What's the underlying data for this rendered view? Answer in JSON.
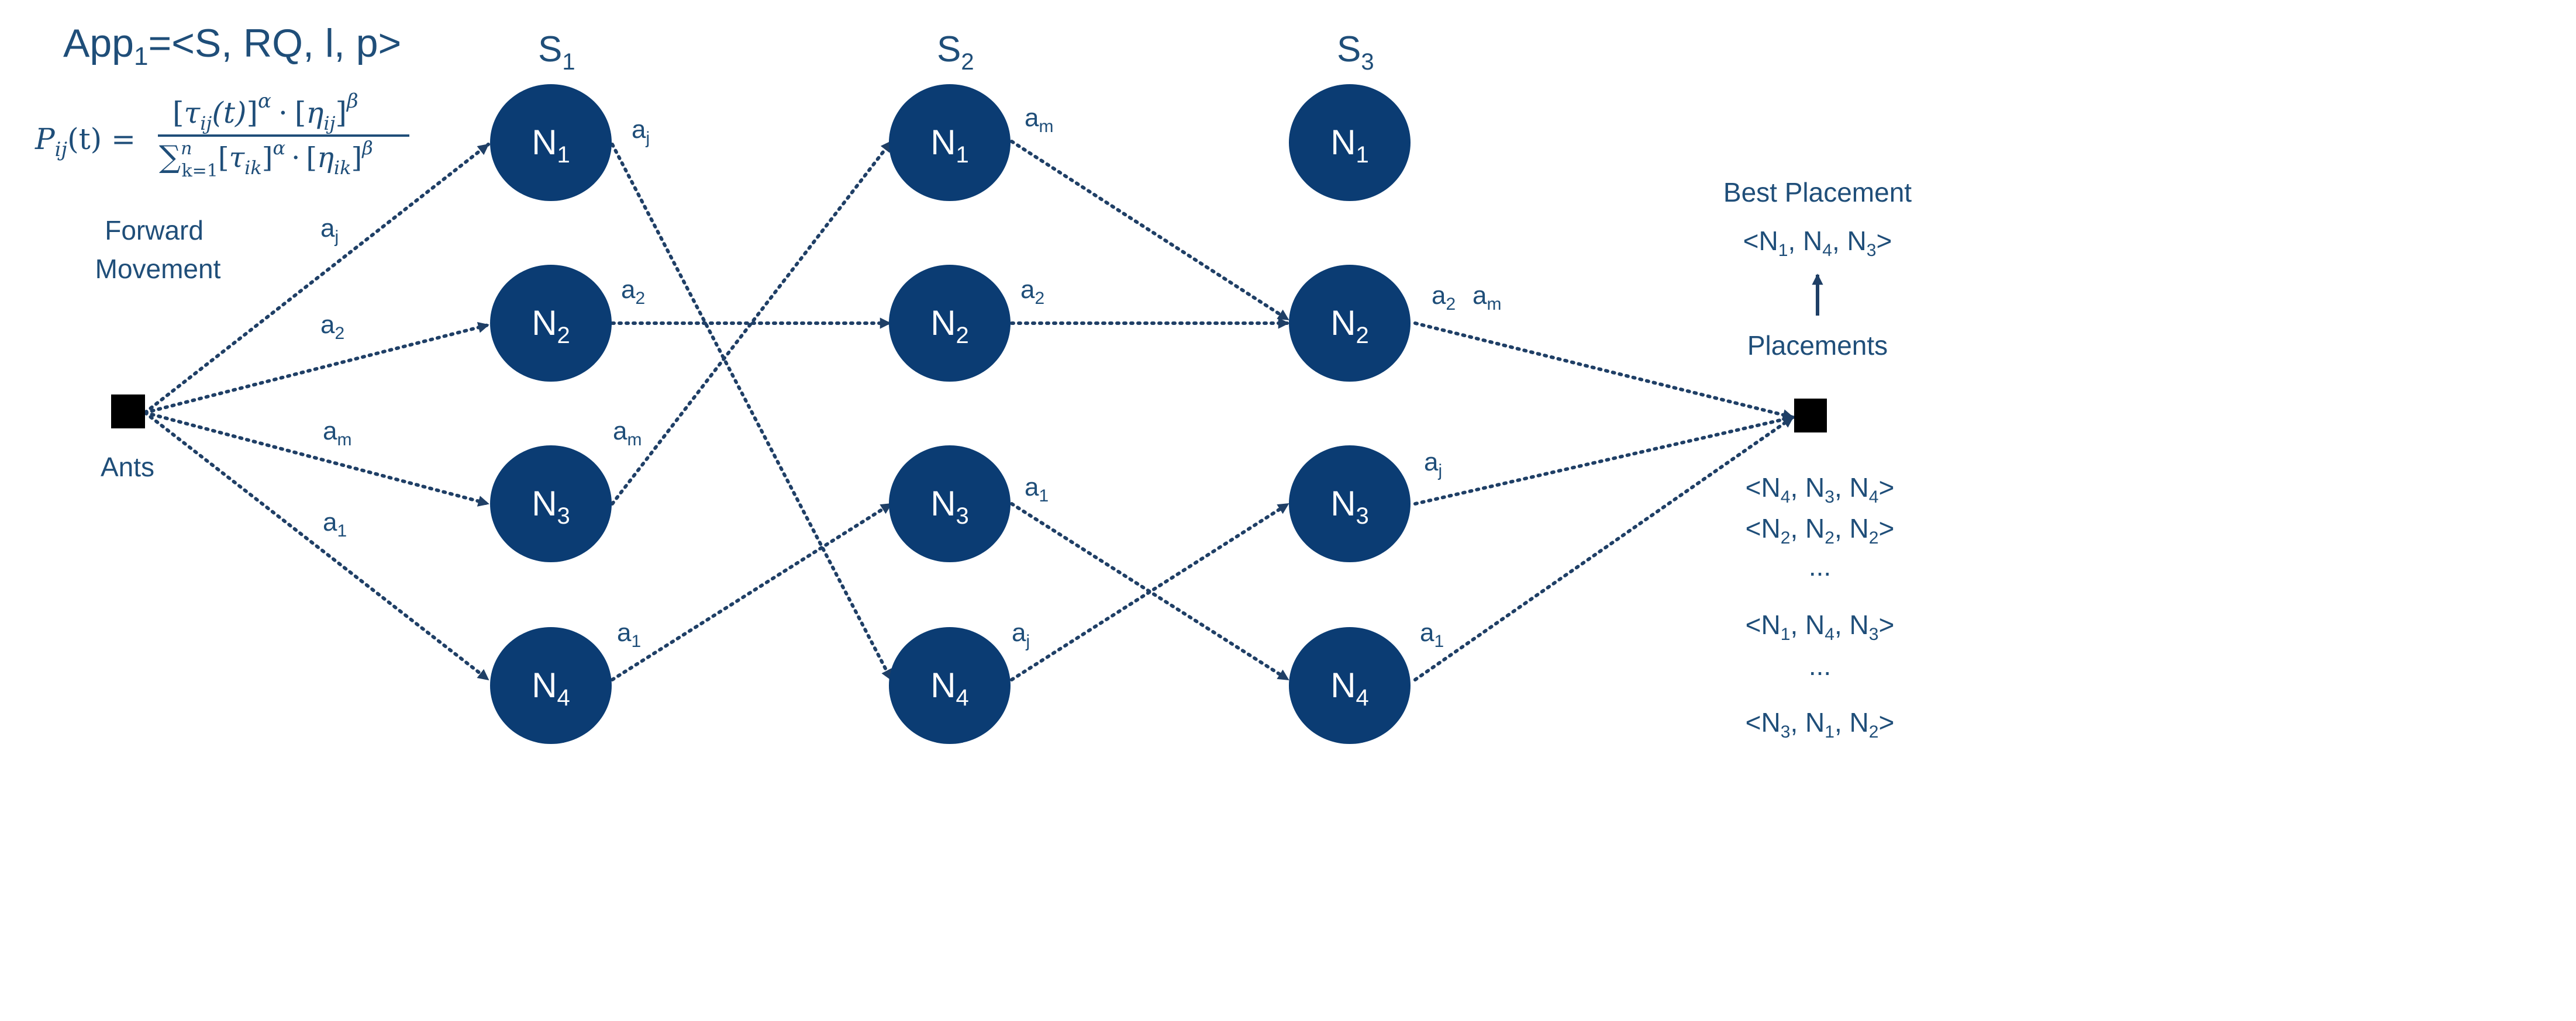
{
  "header": {
    "app_main": "App",
    "app_sub": "1",
    "app_rest": "=<S, RQ, l, p>"
  },
  "stage_labels": [
    {
      "main": "S",
      "sub": "1"
    },
    {
      "main": "S",
      "sub": "2"
    },
    {
      "main": "S",
      "sub": "3"
    }
  ],
  "node_labels": {
    "s1": [
      {
        "main": "N",
        "sub": "1"
      },
      {
        "main": "N",
        "sub": "2"
      },
      {
        "main": "N",
        "sub": "3"
      },
      {
        "main": "N",
        "sub": "4"
      }
    ],
    "s2": [
      {
        "main": "N",
        "sub": "1"
      },
      {
        "main": "N",
        "sub": "2"
      },
      {
        "main": "N",
        "sub": "3"
      },
      {
        "main": "N",
        "sub": "4"
      }
    ],
    "s3": [
      {
        "main": "N",
        "sub": "1"
      },
      {
        "main": "N",
        "sub": "2"
      },
      {
        "main": "N",
        "sub": "3"
      },
      {
        "main": "N",
        "sub": "4"
      }
    ]
  },
  "labels": {
    "forward_line1": "Forward",
    "forward_line2": "Movement",
    "ants": "Ants",
    "best_placement": "Best Placement",
    "placements": "Placements",
    "ellipsis": "..."
  },
  "best_placement_value": [
    {
      "main": "N",
      "sub": "1"
    },
    {
      "main": "N",
      "sub": "4"
    },
    {
      "main": "N",
      "sub": "3"
    }
  ],
  "placements_list": [
    [
      {
        "main": "N",
        "sub": "4"
      },
      {
        "main": "N",
        "sub": "3"
      },
      {
        "main": "N",
        "sub": "4"
      }
    ],
    [
      {
        "main": "N",
        "sub": "2"
      },
      {
        "main": "N",
        "sub": "2"
      },
      {
        "main": "N",
        "sub": "2"
      }
    ],
    [
      {
        "main": "N",
        "sub": "1"
      },
      {
        "main": "N",
        "sub": "4"
      },
      {
        "main": "N",
        "sub": "3"
      }
    ],
    [
      {
        "main": "N",
        "sub": "3"
      },
      {
        "main": "N",
        "sub": "1"
      },
      {
        "main": "N",
        "sub": "2"
      }
    ]
  ],
  "edge_labels": {
    "ant_aj": {
      "main": "a",
      "sub": "j"
    },
    "ant_a2": {
      "main": "a",
      "sub": "2"
    },
    "ant_am": {
      "main": "a",
      "sub": "m"
    },
    "ant_a1": {
      "main": "a",
      "sub": "1"
    },
    "s1n1_aj": {
      "main": "a",
      "sub": "j"
    },
    "s1n2_a2": {
      "main": "a",
      "sub": "2"
    },
    "s1n3_am": {
      "main": "a",
      "sub": "m"
    },
    "s1n4_a1": {
      "main": "a",
      "sub": "1"
    },
    "s2n1_am": {
      "main": "a",
      "sub": "m"
    },
    "s2n2_a2": {
      "main": "a",
      "sub": "2"
    },
    "s2n3_a1": {
      "main": "a",
      "sub": "1"
    },
    "s2n4_aj": {
      "main": "a",
      "sub": "j"
    },
    "s3n2_a2": {
      "main": "a",
      "sub": "2"
    },
    "s3n2_am": {
      "main": "a",
      "sub": "m"
    },
    "s3n3_aj": {
      "main": "a",
      "sub": "j"
    },
    "s3n4_a1": {
      "main": "a",
      "sub": "1"
    }
  },
  "formula": {
    "lhs_P": "P",
    "lhs_sub": "ij",
    "lhs_arg": "(t) =",
    "num_lb1": "[",
    "num_tau": "τ",
    "num_tau_sub": "ij",
    "num_t": "(t)",
    "num_rb1": "]",
    "num_alpha": "α",
    "num_dot": "·",
    "num_lb2": "[",
    "num_eta": "η",
    "num_eta_sub": "ij",
    "num_rb2": "]",
    "num_beta": "β",
    "den_sum": "∑",
    "den_sum_top": "n",
    "den_sum_bottom": "k=1",
    "den_lb1": "[",
    "den_tau": "τ",
    "den_tau_sub": "ik",
    "den_rb1": "]",
    "den_alpha": "α",
    "den_dot": "·",
    "den_lb2": "[",
    "den_eta": "η",
    "den_eta_sub": "ik",
    "den_rb2": "]",
    "den_beta": "β"
  },
  "colors": {
    "node_fill": "#0b3c73",
    "text": "#1f4e79",
    "edge": "#1f3f66",
    "terminal": "#000000"
  }
}
